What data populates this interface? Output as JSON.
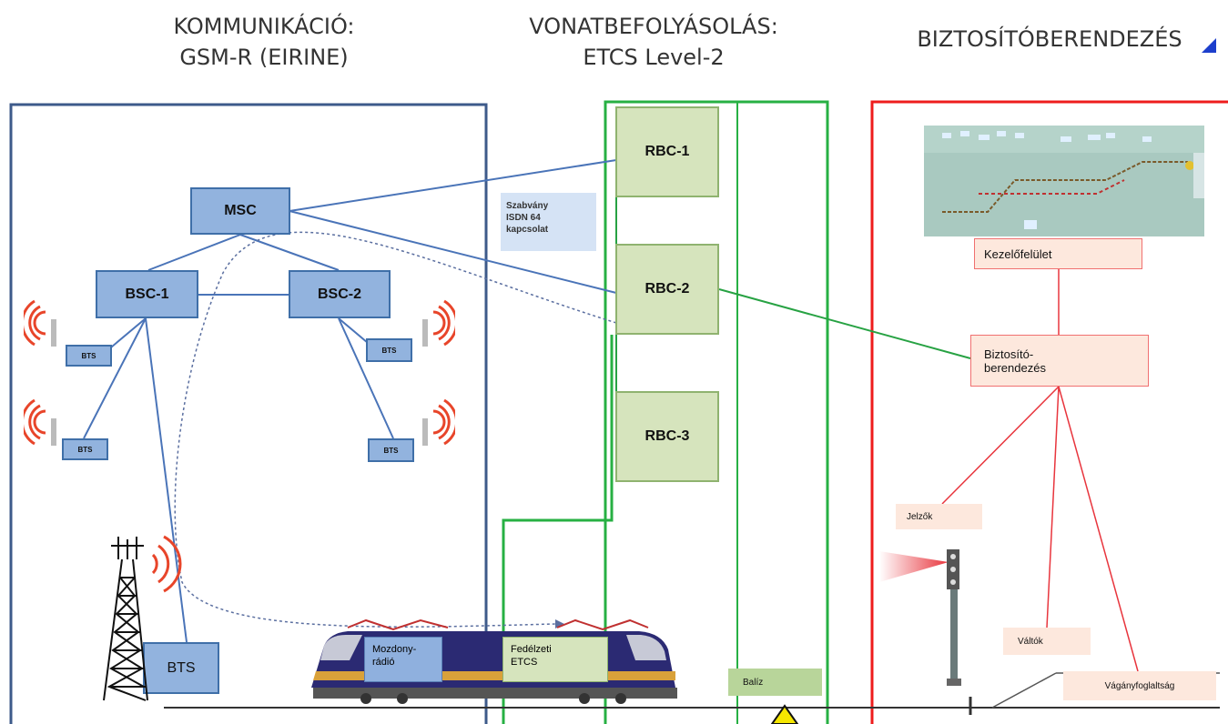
{
  "headers": {
    "communication": {
      "line1": "KOMMUNIKÁCIÓ:",
      "line2": "GSM-R (EIRINE)"
    },
    "train_control": {
      "line1": "VONATBEFOLYÁSOLÁS:",
      "line2": "ETCS Level-2"
    },
    "interlocking": {
      "line1": "BIZTOSÍTÓBERENDEZÉS"
    }
  },
  "gsm": {
    "msc": "MSC",
    "bsc1": "BSC-1",
    "bsc2": "BSC-2",
    "bts": "BTS",
    "bts_large": "BTS"
  },
  "etcs": {
    "rbc1": "RBC-1",
    "rbc2": "RBC-2",
    "rbc3": "RBC-3",
    "isdn_note": {
      "line1": "Szabvány",
      "line2": "ISDN 64",
      "line3": "kapcsolat"
    },
    "balise": "Balíz"
  },
  "train": {
    "radio": {
      "line1": "Mozdony-",
      "line2": "rádió"
    },
    "onboard": {
      "line1": "Fedélzeti",
      "line2": "ETCS"
    }
  },
  "interlocking": {
    "ui": "Kezelőfelület",
    "device": {
      "line1": "Biztosító-",
      "line2": "berendezés"
    },
    "signals": "Jelzők",
    "switches": "Váltók",
    "occupancy": "Vágányfoglaltság"
  },
  "colors": {
    "gsm_frame": "#3d5a8a",
    "etcs_frame": "#27b043",
    "interlocking_frame": "#ee1c1c",
    "gsm_link": "#4a74b8",
    "etcs_link": "#27a243",
    "interlocking_link": "#e8353d",
    "radio_wave": "#e8452a"
  }
}
